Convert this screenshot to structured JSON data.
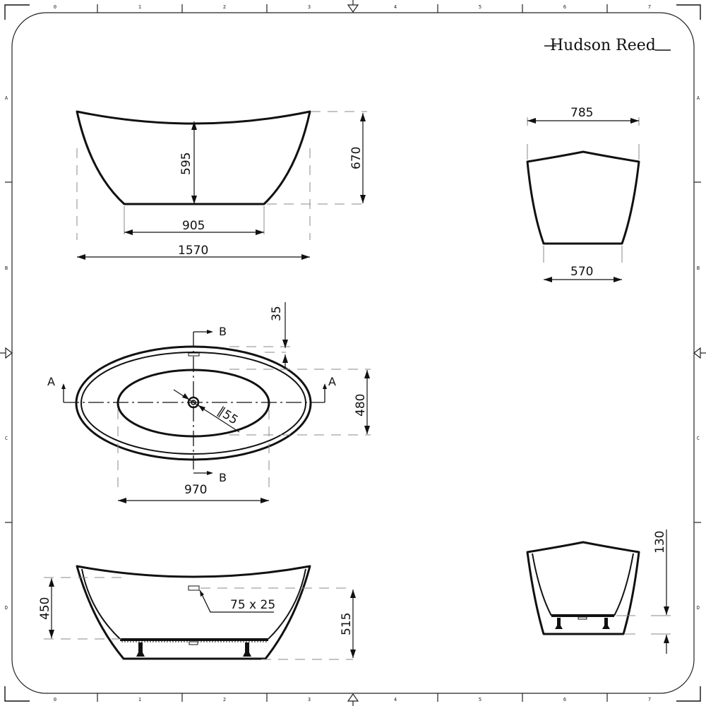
{
  "brand": {
    "name": "Hudson Reed"
  },
  "grid": {
    "columns": [
      "0",
      "1",
      "2",
      "3",
      "4",
      "5",
      "6",
      "7"
    ],
    "rows": [
      "A",
      "B",
      "C",
      "D"
    ]
  },
  "views": {
    "side_elevation": {
      "dims": {
        "overall_length": "1570",
        "base_length": "905",
        "inner_depth": "595",
        "overall_height": "670"
      }
    },
    "end_elevation": {
      "dims": {
        "overall_width": "785",
        "base_width": "570"
      }
    },
    "plan": {
      "section_labels": {
        "a_left": "A",
        "a_right": "A",
        "b_top": "B",
        "b_bottom": "B"
      },
      "dims": {
        "inner_length": "970",
        "inner_width": "480",
        "rim_width": "35",
        "waste_diameter": "∥55"
      }
    },
    "section_a": {
      "dims": {
        "water_depth": "450",
        "overflow_height": "515",
        "overflow_size": "75 x 25"
      }
    },
    "section_b": {
      "dims": {
        "base_clearance": "130"
      }
    }
  }
}
